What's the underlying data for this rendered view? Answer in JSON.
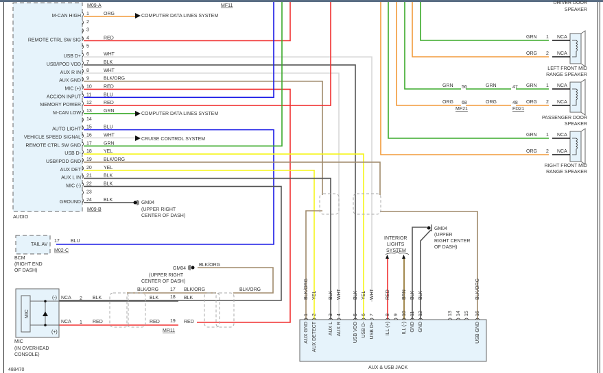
{
  "colors": {
    "ORG": "#f29a3a",
    "RED": "#f03030",
    "WHT": "#d8d8d8",
    "BLK": "#555555",
    "BLK/ORG": "#a08a6c",
    "BLU": "#1a1ae6",
    "GRN": "#3aaa2a",
    "YEL": "#f5f51a",
    "BRN": "#8a6a20",
    "box_fill": "#e6f3fb",
    "frame": "#333333"
  },
  "audio": {
    "name": "AUDIO",
    "connector_a": "M09-A",
    "connector_b": "M09-B",
    "pins": [
      {
        "pin": "1",
        "label": "M-CAN HIGH",
        "color": "ORG",
        "dest": "COMPUTER DATA LINES SYSTEM"
      },
      {
        "pin": "2",
        "label": "",
        "color": ""
      },
      {
        "pin": "3",
        "label": "",
        "color": ""
      },
      {
        "pin": "4",
        "label": "REMOTE CTRL SW SIG",
        "color": "RED"
      },
      {
        "pin": "5",
        "label": "",
        "color": ""
      },
      {
        "pin": "6",
        "label": "USB D+",
        "color": "WHT"
      },
      {
        "pin": "7",
        "label": "USB/IPOD VDD",
        "color": "BLK"
      },
      {
        "pin": "8",
        "label": "AUX R IN",
        "color": "WHT"
      },
      {
        "pin": "9",
        "label": "AUX GND",
        "color": "BLK/ORG"
      },
      {
        "pin": "10",
        "label": "MIC (+)",
        "color": "RED"
      },
      {
        "pin": "11",
        "label": "ACC/ON INPUT",
        "color": "BLU"
      },
      {
        "pin": "12",
        "label": "MEMORY POWER",
        "color": "RED"
      },
      {
        "pin": "13",
        "label": "M-CAN LOW",
        "color": "GRN",
        "dest": "COMPUTER DATA LINES SYSTEM"
      },
      {
        "pin": "14",
        "label": "",
        "color": ""
      },
      {
        "pin": "15",
        "label": "AUTO LIGHT",
        "color": "BLU"
      },
      {
        "pin": "16",
        "label": "VEHICLE SPEED SIGNAL",
        "color": "WHT",
        "dest": "CRUISE CONTROL SYSTEM"
      },
      {
        "pin": "17",
        "label": "REMOTE CTRL SW GND",
        "color": "GRN"
      },
      {
        "pin": "18",
        "label": "USB D-",
        "color": "YEL"
      },
      {
        "pin": "19",
        "label": "USB/IPOD GND",
        "color": "BLK/ORG"
      },
      {
        "pin": "20",
        "label": "AUX DET",
        "color": "YEL"
      },
      {
        "pin": "21",
        "label": "AUX L IN",
        "color": "BLK"
      },
      {
        "pin": "22",
        "label": "MIC (-)",
        "color": "BLK"
      },
      {
        "pin": "23",
        "label": "",
        "color": ""
      },
      {
        "pin": "24",
        "label": "GROUND",
        "color": "BLK"
      }
    ],
    "ground": {
      "name": "GM04",
      "location_line1": "(UPPER RIGHT",
      "location_line2": "CENTER OF DASH)"
    }
  },
  "top_connector": "MF11",
  "speakers": [
    {
      "name_line1": "DRIVER DOOR",
      "name_line2": "SPEAKER"
    },
    {
      "name_line1": "LEFT FRONT MID",
      "name_line2": "RANGE SPEAKER",
      "pins": [
        {
          "pin": "1",
          "color": "GRN",
          "term": "NCA"
        },
        {
          "pin": "2",
          "color": "ORG",
          "term": "NCA"
        }
      ]
    },
    {
      "name_line1": "PASSENGER DOOR",
      "name_line2": "SPEAKER",
      "pins": [
        {
          "pin": "1",
          "color": "GRN",
          "term": "NCA"
        },
        {
          "pin": "2",
          "color": "ORG",
          "term": "NCA"
        }
      ],
      "inline": [
        {
          "connector": "MF21",
          "pins": [
            "56",
            "68"
          ]
        },
        {
          "connector": "FD21",
          "pins": [
            "47",
            "48"
          ]
        }
      ]
    },
    {
      "name_line1": "RIGHT FRONT MID",
      "name_line2": "RANGE SPEAKER",
      "pins": [
        {
          "pin": "1",
          "color": "GRN",
          "term": "NCA"
        },
        {
          "pin": "2",
          "color": "ORG",
          "term": "NCA"
        }
      ]
    }
  ],
  "bcm": {
    "name": "BCM",
    "location_line1": "(RIGHT END",
    "location_line2": "OF DASH)",
    "pin_label": "TAIL AV",
    "pin": "17",
    "color": "BLU",
    "connector": "M02-C"
  },
  "mic": {
    "name": "MIC",
    "location_line1": "(IN OVERHEAD",
    "location_line2": "CONSOLE)",
    "inner_label": "MIC",
    "neg": "(-)",
    "pos": "(+)",
    "pins": [
      {
        "pin": "2",
        "term": "NCA",
        "color": "BLK"
      },
      {
        "pin": "1",
        "term": "NCA",
        "color": "RED"
      }
    ],
    "inline_connector": "MR11",
    "inline_pins": [
      "17",
      "18",
      "19"
    ],
    "ground": {
      "name": "GM04",
      "location_line1": "(UPPER RIGHT",
      "location_line2": "CENTER OF DASH)",
      "color": "BLK/ORG"
    }
  },
  "jack": {
    "name": "AUX & USB JACK",
    "pins": [
      {
        "pin": "1",
        "label": "AUX GND",
        "color": "BLK/ORG"
      },
      {
        "pin": "2",
        "label": "AUX DETECT",
        "color": "YEL"
      },
      {
        "pin": "3",
        "label": "AUX L",
        "color": "BLK"
      },
      {
        "pin": "4",
        "label": "AUX R",
        "color": "WHT"
      },
      {
        "pin": "5",
        "label": "USB VDD",
        "color": "BLK"
      },
      {
        "pin": "6",
        "label": "USB D-",
        "color": "YEL"
      },
      {
        "pin": "7",
        "label": "USB D+",
        "color": "WHT"
      },
      {
        "pin": "8",
        "label": "ILL (+)",
        "color": "RED"
      },
      {
        "pin": "9",
        "label": "",
        "color": ""
      },
      {
        "pin": "10",
        "label": "ILL (-)",
        "color": "BRN"
      },
      {
        "pin": "11",
        "label": "GND",
        "color": "BLK"
      },
      {
        "pin": "12",
        "label": "GND",
        "color": "BLK"
      },
      {
        "pin": "13",
        "label": "",
        "color": ""
      },
      {
        "pin": "14",
        "label": "",
        "color": ""
      },
      {
        "pin": "15",
        "label": "",
        "color": ""
      },
      {
        "pin": "16",
        "label": "USB GND",
        "color": "BLK/ORG"
      }
    ],
    "ground": {
      "name": "GM04",
      "location_line1": "(UPPER",
      "location_line2": "RIGHT CENTER",
      "location_line3": "OF DASH)"
    },
    "interior_lights": {
      "line1": "INTERIOR",
      "line2": "LIGHTS",
      "line3": "SYSTEM"
    }
  },
  "figure_id": "488470"
}
